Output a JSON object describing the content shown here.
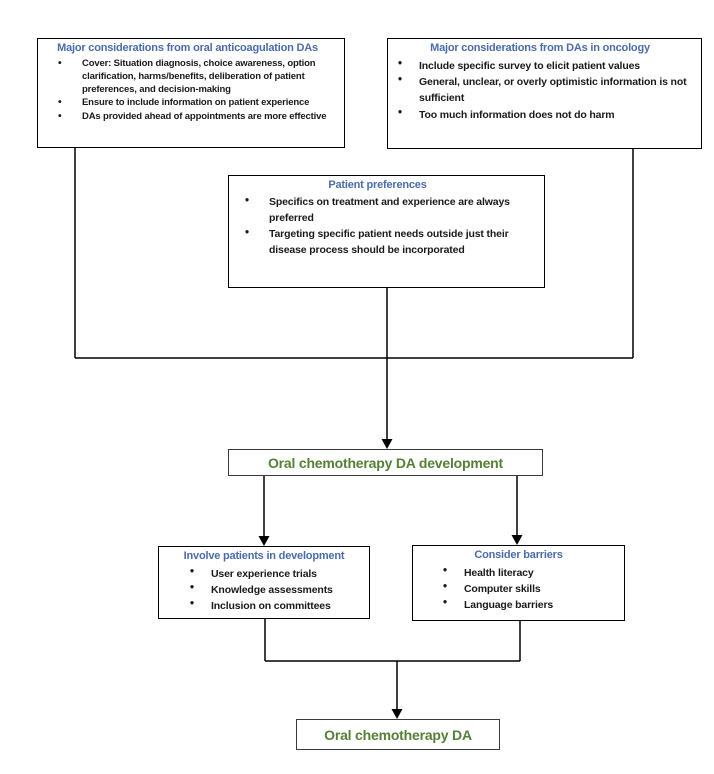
{
  "diagram": {
    "boxes": {
      "anticoag": {
        "title": "Major considerations from oral anticoagulation DAs",
        "bullets": [
          "Cover: Situation diagnosis, choice awareness, option clarification, harms/benefits, deliberation of patient preferences, and decision-making",
          "Ensure to include information on patient experience",
          "DAs provided ahead of appointments are more effective"
        ]
      },
      "oncology": {
        "title": "Major considerations from DAs in oncology",
        "bullets": [
          "Include specific survey to elicit patient values",
          "General, unclear, or overly optimistic information is not sufficient",
          "Too much information does not do harm"
        ]
      },
      "patient_preferences": {
        "title": "Patient preferences",
        "bullets": [
          "Specifics on treatment and experience are always preferred",
          "Targeting specific patient needs outside just their disease process should be incorporated"
        ]
      },
      "development": {
        "title": "Oral chemotherapy DA development"
      },
      "involve": {
        "title": "Involve patients in development",
        "bullets": [
          "User experience trials",
          "Knowledge assessments",
          "Inclusion on committees"
        ]
      },
      "barriers": {
        "title": "Consider barriers",
        "bullets": [
          "Health literacy",
          "Computer skills",
          "Language barriers"
        ]
      },
      "final": {
        "title": "Oral chemotherapy DA"
      }
    },
    "colors": {
      "title_blue": "#4a6cac",
      "accent_green": "#538135",
      "line_black": "#000000"
    }
  }
}
